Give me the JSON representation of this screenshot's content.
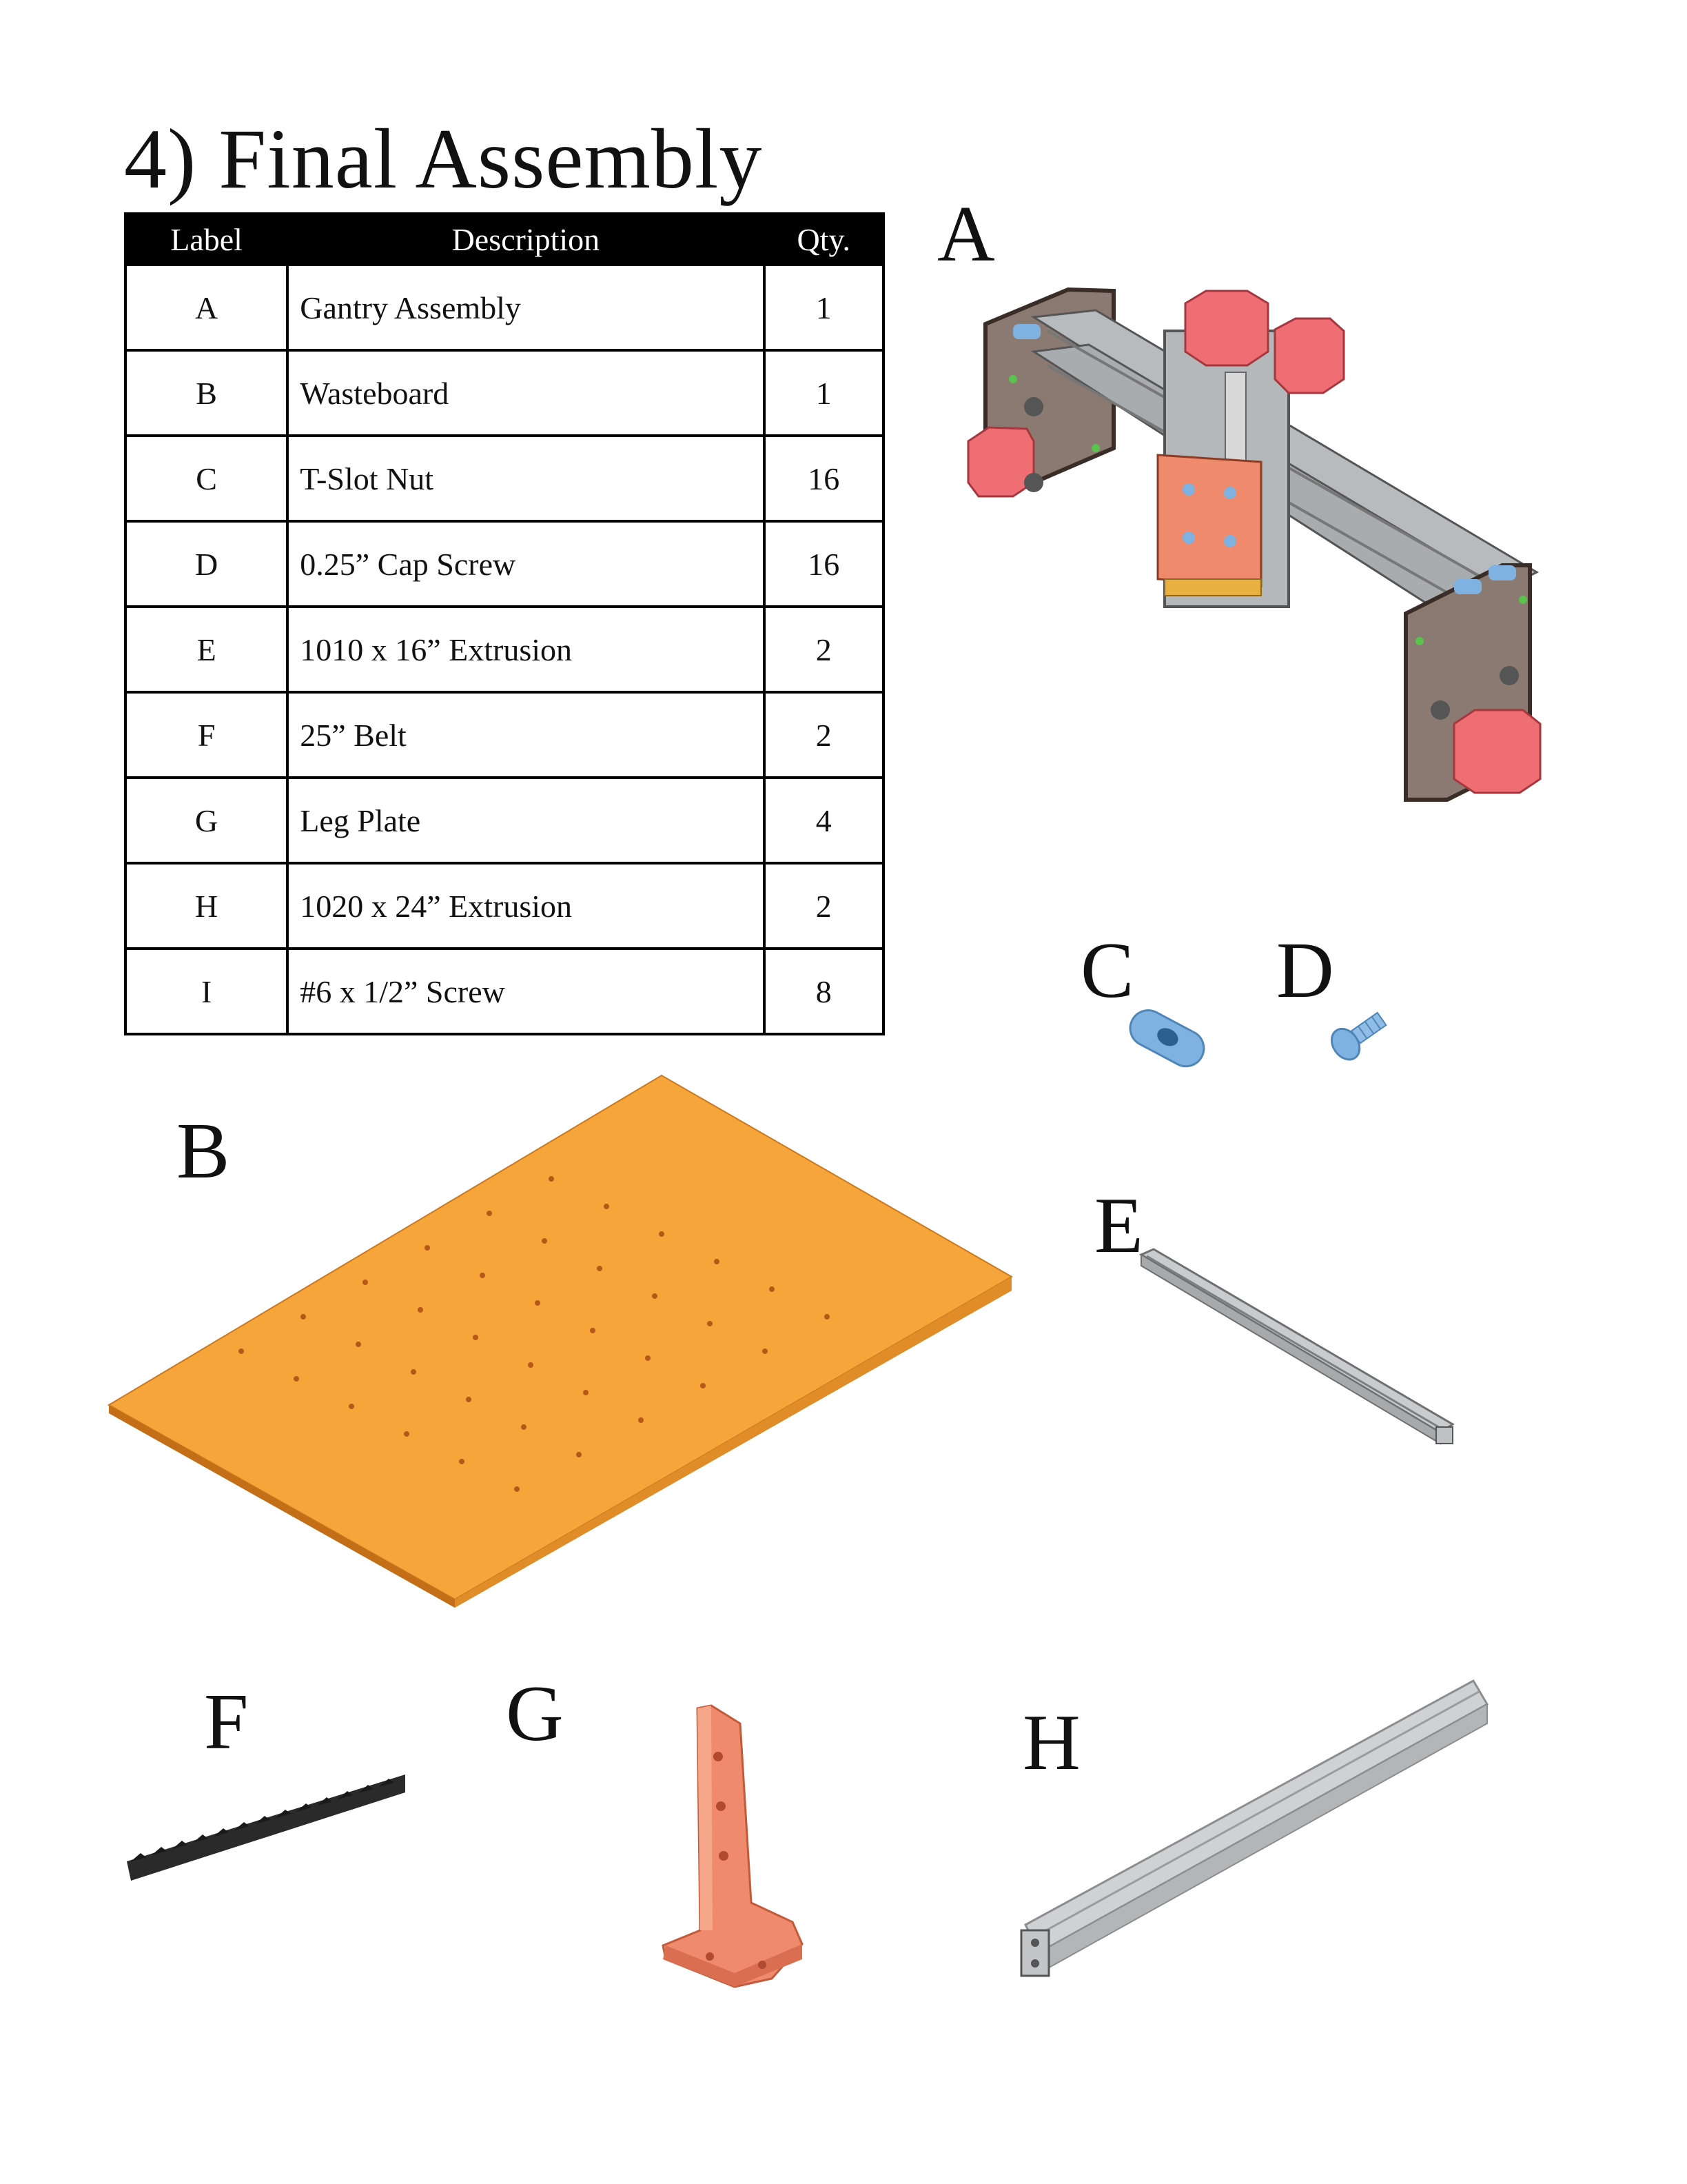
{
  "title": "4) Final Assembly",
  "table": {
    "headers": {
      "label": "Label",
      "description": "Description",
      "qty": "Qty."
    },
    "rows": [
      {
        "label": "A",
        "description": "Gantry Assembly",
        "qty": "1"
      },
      {
        "label": "B",
        "description": "Wasteboard",
        "qty": "1"
      },
      {
        "label": "C",
        "description": "T-Slot Nut",
        "qty": "16"
      },
      {
        "label": "D",
        "description": "0.25” Cap Screw",
        "qty": "16"
      },
      {
        "label": "E",
        "description": "1010 x 16” Extrusion",
        "qty": "2"
      },
      {
        "label": "F",
        "description": "25” Belt",
        "qty": "2"
      },
      {
        "label": "G",
        "description": "Leg Plate",
        "qty": "4"
      },
      {
        "label": "H",
        "description": "1020 x 24” Extrusion",
        "qty": "2"
      },
      {
        "label": "I",
        "description": "#6 x 1/2” Screw",
        "qty": "8"
      }
    ]
  },
  "figures": {
    "a": "A",
    "b": "B",
    "c": "C",
    "d": "D",
    "e": "E",
    "f": "F",
    "g": "G",
    "h": "H"
  },
  "colors": {
    "wasteboard": "#f5a53a",
    "part_blue": "#7fb2e0",
    "leg_plate": "#f08a6c",
    "motor": "#ef6e74",
    "aluminum": "#c9cbcd",
    "belt": "#2a2a2a"
  }
}
